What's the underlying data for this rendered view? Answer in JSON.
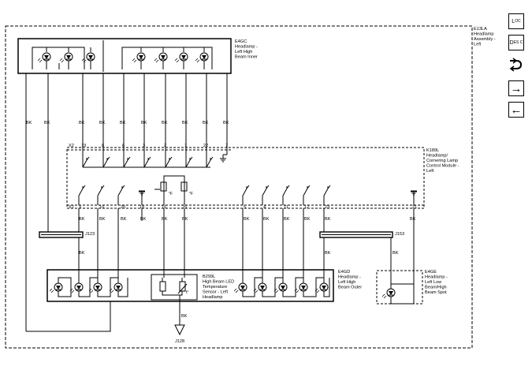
{
  "assembly_label": [
    "E13LA",
    "Headlamp",
    "Assembly -",
    "Left"
  ],
  "components": {
    "e4gc": [
      "E4GC",
      "Headlamp -",
      "Left High",
      "Beam Inner"
    ],
    "k189l": [
      "K189L",
      "Headlamp/",
      "Cornering Lamp",
      "Control Module -",
      "Left"
    ],
    "e4gd": [
      "E4GD",
      "Headlamp -",
      "Left High",
      "Beam Outer"
    ],
    "e4ge": [
      "E4GE",
      "Headlamp -",
      "Left Low",
      "Beam/High",
      "Beam Spot"
    ],
    "b299l": [
      "B299L",
      "High Beam LED",
      "Temperature",
      "Sensor - Left",
      "Headlamp"
    ]
  },
  "splices": {
    "j123": "J123",
    "j153": "J153",
    "j128": "J128"
  },
  "connector_ids": {
    "top": "X2",
    "bottom": "X2"
  },
  "wire_color": "BK",
  "top_pins": [
    "19",
    "8",
    "6",
    "3",
    "2",
    "1",
    "22",
    "7"
  ],
  "bottom_pins": [
    "9",
    "10",
    "20",
    "18",
    "16",
    "26",
    "5",
    "4",
    "11",
    "12",
    "23",
    "21"
  ],
  "side_toolbar": [
    {
      "name": "loc-button",
      "big": "L",
      "sub": "O",
      "sub2": "C"
    },
    {
      "name": "desc-button",
      "big": "D",
      "sub": "E",
      "sub2": "S C"
    },
    {
      "name": "wire-icon-button",
      "icon": "wire-bend-icon"
    },
    {
      "name": "next-button",
      "icon": "arrow-right-icon",
      "glyph": "→"
    },
    {
      "name": "prev-button",
      "icon": "arrow-left-icon",
      "glyph": "←"
    }
  ],
  "colors": {
    "line": "#000000",
    "background": "#ffffff"
  }
}
